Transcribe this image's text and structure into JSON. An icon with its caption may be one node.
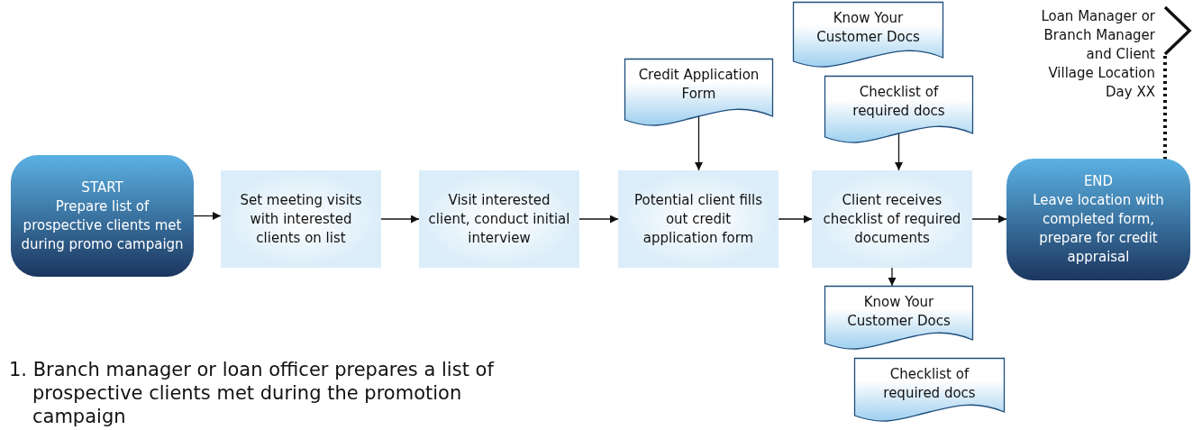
{
  "diagram": {
    "nodes": [
      {
        "text": [
          "START",
          "Prepare list of prospective clients met during promo campaign"
        ]
      },
      {
        "text": [
          "Set meeting visits with interested clients on list"
        ]
      },
      {
        "text": [
          "Visit interested client, conduct initial interview"
        ]
      },
      {
        "text": [
          "Potential client fills out credit application form"
        ]
      },
      {
        "text": [
          "Client receives checklist of required documents"
        ]
      },
      {
        "text": [
          "END",
          "Leave location with completed form, prepare for credit appraisal"
        ]
      },
      {
        "text": [
          "Credit Application Form"
        ]
      },
      {
        "text": [
          "Know Your Customer Docs"
        ]
      },
      {
        "text": [
          "Checklist of required docs"
        ]
      },
      {
        "text": [
          "Know Your Customer Docs"
        ]
      },
      {
        "text": [
          "Checklist of required docs"
        ]
      },
      {
        "text": [],
        "shape": "chevron"
      }
    ],
    "edges": [
      {
        "from": 0,
        "to": 1,
        "arrow": "to"
      },
      {
        "from": 1,
        "to": 2,
        "arrow": "to"
      },
      {
        "from": 2,
        "to": 3,
        "arrow": "to"
      },
      {
        "from": 3,
        "to": 4,
        "arrow": "to"
      },
      {
        "from": 4,
        "to": 5,
        "arrow": "to"
      },
      {
        "from": 6,
        "to": 3,
        "arrow": "to"
      },
      {
        "from": 8,
        "to": 4,
        "arrow": "to"
      },
      {
        "from": 4,
        "to": 9,
        "arrow": "to"
      },
      {
        "from": 11,
        "to": 5,
        "arrow": "none",
        "style": "dashed"
      }
    ],
    "labels": [
      "Loan Manager or Branch Manager and Client",
      "Village Location Day XX",
      "1. Branch manager or loan officer prepares a list of prospective clients met during the promotion campaign"
    ]
  }
}
